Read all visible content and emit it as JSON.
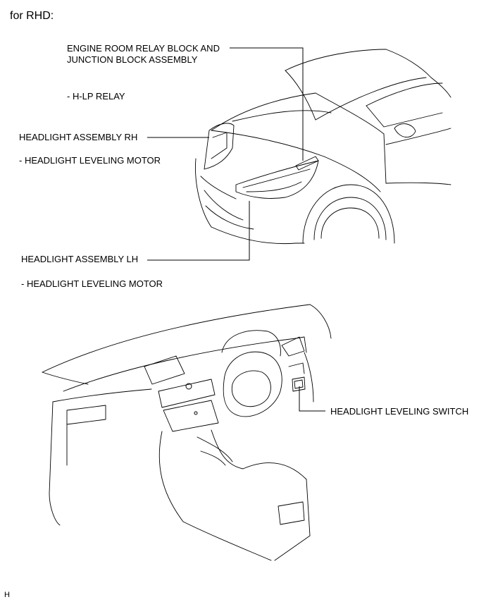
{
  "header": {
    "title": "for RHD:"
  },
  "callouts": {
    "relay_block": {
      "line1": "ENGINE ROOM RELAY BLOCK AND",
      "line2": "JUNCTION BLOCK ASSEMBLY",
      "sub": "- H-LP RELAY"
    },
    "headlight_rh": {
      "label": "HEADLIGHT ASSEMBLY RH",
      "sub": "- HEADLIGHT LEVELING MOTOR"
    },
    "headlight_lh": {
      "label": "HEADLIGHT ASSEMBLY LH",
      "sub": "- HEADLIGHT LEVELING MOTOR"
    },
    "leveling_switch": {
      "label": "HEADLIGHT LEVELING SWITCH"
    }
  },
  "footer": {
    "code": "H"
  }
}
